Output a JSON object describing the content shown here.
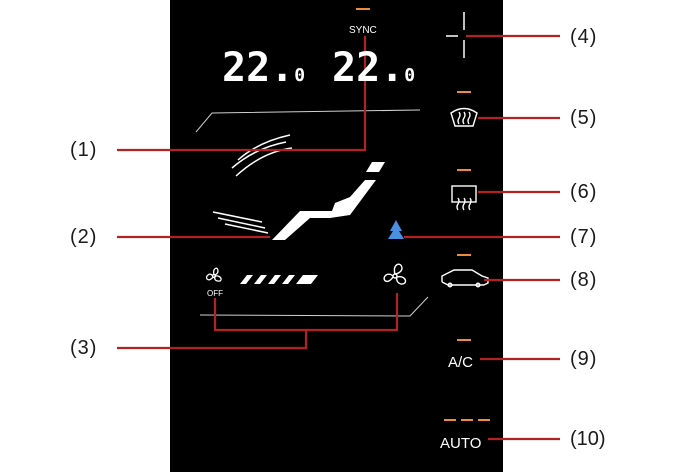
{
  "display": {
    "sync_label": "SYNC",
    "left_temp": "22.",
    "left_temp_decimal": "0",
    "right_temp": "22.",
    "right_temp_decimal": "0",
    "fan_off_label": "OFF",
    "ac_label": "A/C",
    "auto_label": "AUTO"
  },
  "callouts": [
    "(1)",
    "(2)",
    "(3)",
    "(4)",
    "(5)",
    "(6)",
    "(7)",
    "(8)",
    "(9)",
    "(10)"
  ],
  "colors": {
    "panel": "#000000",
    "indicator": "#f08a3c",
    "leader": "#b22222",
    "ion_icon": "#4a90e2",
    "text": "#ffffff"
  },
  "icons": [
    "crosshair-icon",
    "windshield-defrost-icon",
    "rear-defrost-icon",
    "ionizer-icon",
    "recirculation-car-icon",
    "fan-low-icon",
    "fan-high-icon",
    "airflow-seat-icon"
  ]
}
